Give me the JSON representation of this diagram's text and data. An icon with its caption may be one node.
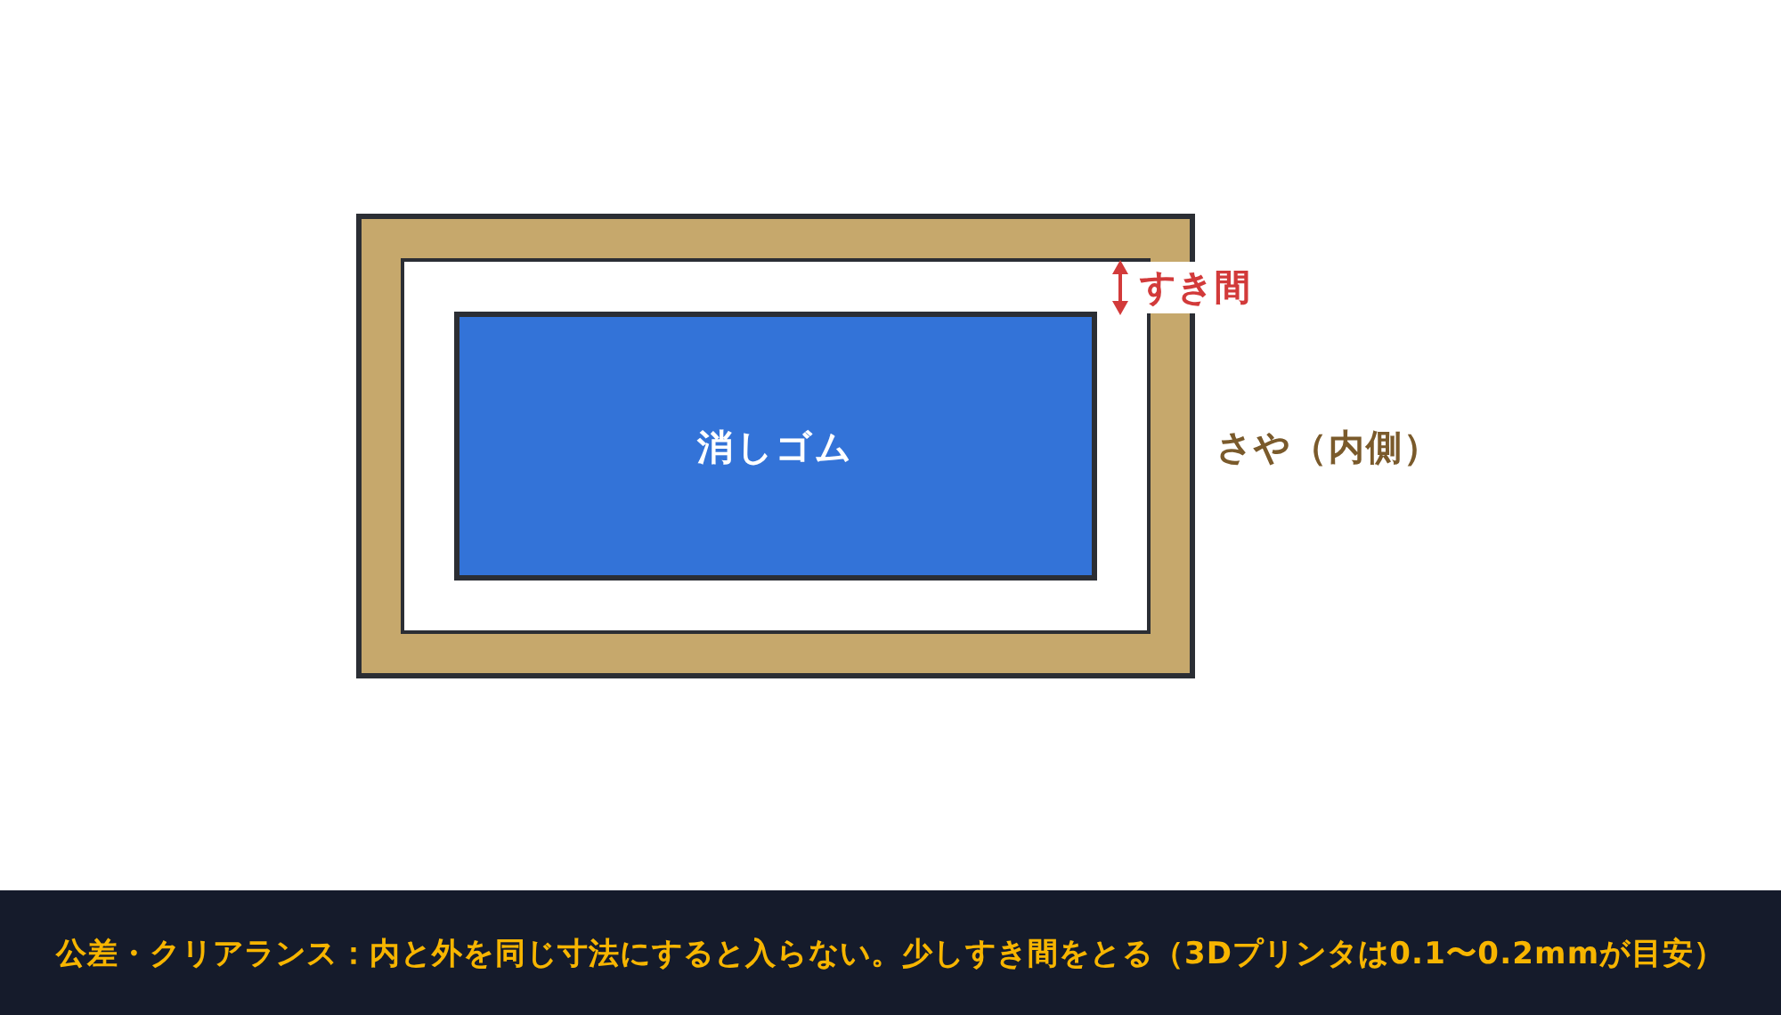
{
  "diagram": {
    "caption": "公差・クリアランス：内と外を同じ寸法にすると入らない。少しすき間をとる（3Dプリンタは0.1〜0.2mmが目安）",
    "nodes": [
      {
        "text": [
          "さや（内側）"
        ]
      },
      {
        "text": [],
        "shape": "box",
        "in": 0
      },
      {
        "text": [
          "消しゴム"
        ],
        "in": 1
      }
    ],
    "labels": [
      "すき間"
    ]
  }
}
